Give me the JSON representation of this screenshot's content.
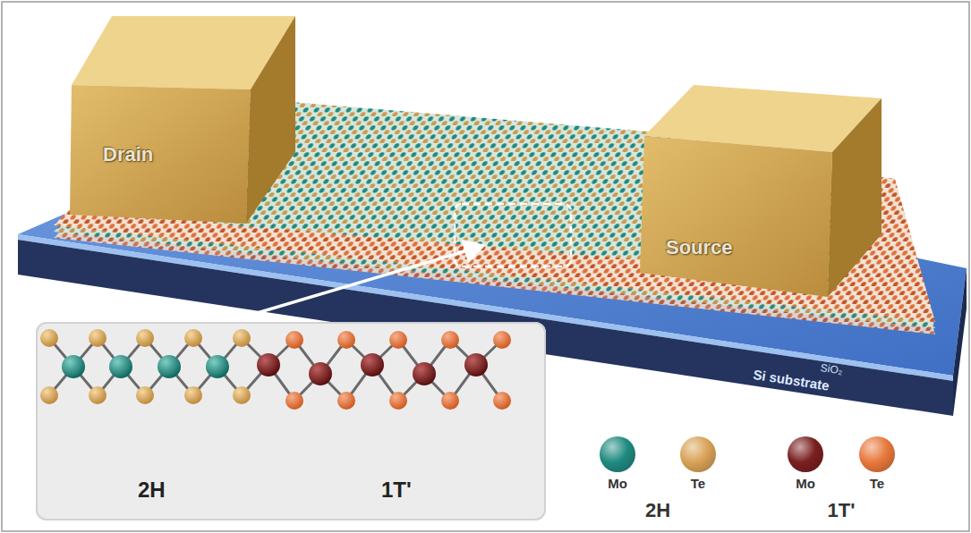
{
  "diagram": {
    "nodes": [
      {
        "text": [
          "Drain"
        ]
      },
      {
        "text": [
          "Source"
        ]
      },
      {
        "text": [
          "2H",
          "1T'"
        ]
      }
    ],
    "labels": [
      "SiO₂",
      "Si substrate",
      "2H",
      "1T'"
    ],
    "legend": [
      {
        "text": "Mo",
        "color": "#1f8a80"
      },
      {
        "text": "Te",
        "color": "#d9a257"
      },
      {
        "text": "Mo",
        "color": "#7a1f1f"
      },
      {
        "text": "Te",
        "color": "#e8783c"
      }
    ]
  }
}
